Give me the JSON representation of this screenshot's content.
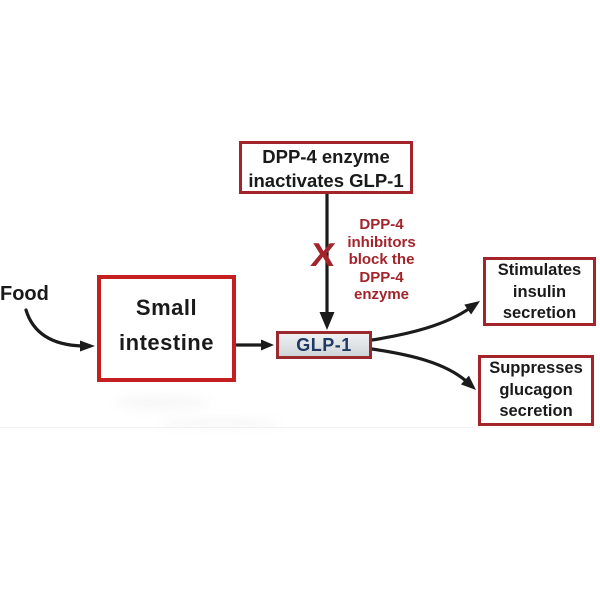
{
  "diagram": {
    "food_label": "Food",
    "small_intestine_box": "Small\nintestine",
    "dpp4_box": "DPP-4 enzyme\ninactivates GLP-1",
    "inhibitor_note": "DPP-4\ninhibitors\nblock the\nDPP-4\nenzyme",
    "block_x": "X",
    "glp1_box": "GLP-1",
    "stimulates_box": "Stimulates\ninsulin\nsecretion",
    "suppresses_box": "Suppresses\nglucagon\nsecretion",
    "colors": {
      "canvas_bg": "#ffffff",
      "bright_red_border": "#c42021",
      "dark_red_border": "#a3242a",
      "glp1_border": "#9a2a2e",
      "glp1_bg": "#dde1e4",
      "glp1_text": "#1f3864",
      "red_text": "#a3242a",
      "black_text": "#1a1a1a",
      "arrow_color": "#1b1b1b"
    }
  }
}
